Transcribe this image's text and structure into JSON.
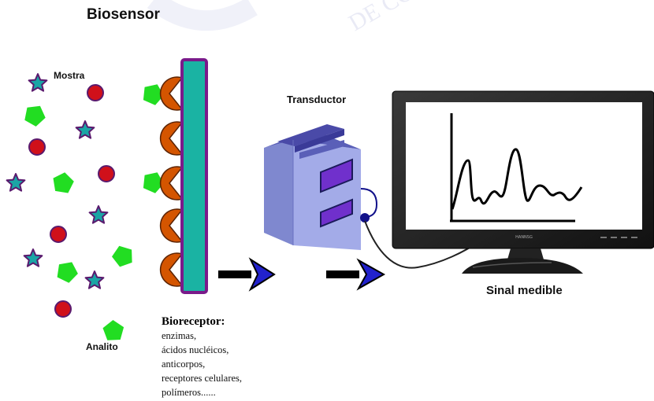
{
  "title": "Biosensor",
  "labels": {
    "sample": "Mostra",
    "analyte": "Analito",
    "transducer": "Transductor",
    "signal": "Sinal medible",
    "bioreceptor_title": "Bioreceptor:",
    "monitor_brand": "HANNSG"
  },
  "bioreceptor_examples": [
    "enzimas,",
    "ácidos nucléicos,",
    "anticorpos,",
    "receptores celulares,",
    "polímeros......"
  ],
  "colors": {
    "star": "#1aa5a5",
    "star_outline": "#5a1a6e",
    "sphere": "#d0101a",
    "sphere_outline": "#5a1a6e",
    "pentagon": "#22dd22",
    "receptor": "#d45500",
    "membrane": "#1ab3a3",
    "membrane_outline": "#7a1a8a",
    "arrow": "#2222cc",
    "transducer_body": "#9fa6e6",
    "transducer_window": "#7030cc"
  }
}
